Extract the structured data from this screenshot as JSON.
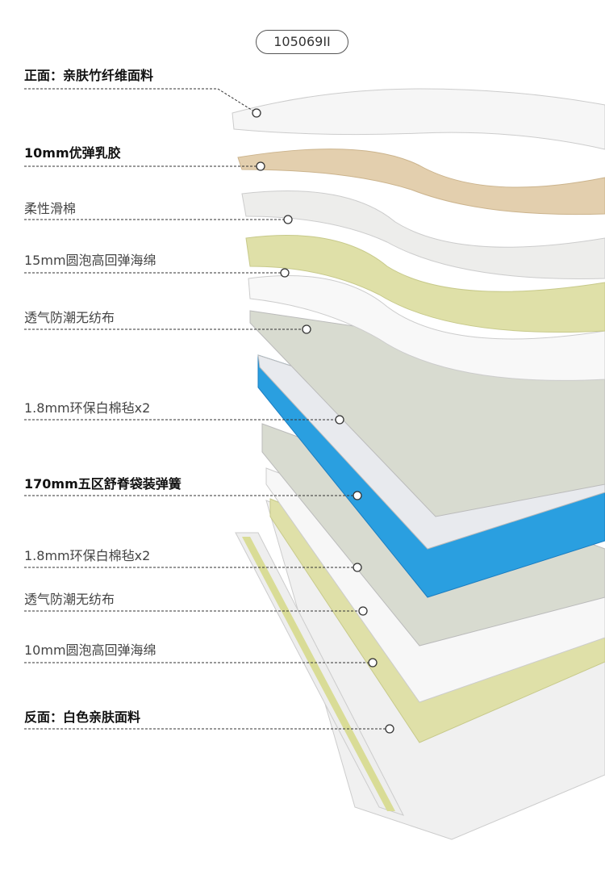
{
  "model_badge": "105069II",
  "layers": [
    {
      "label": "正面：亲肤竹纤维面料",
      "bold": true
    },
    {
      "label": "10mm优弹乳胶",
      "bold": true
    },
    {
      "label": "柔性滑棉",
      "bold": false
    },
    {
      "label": "15mm圆泡高回弹海绵",
      "bold": false
    },
    {
      "label": "透气防潮无纺布",
      "bold": false
    },
    {
      "label": "1.8mm环保白棉毡x2",
      "bold": false
    },
    {
      "label": "170mm五区舒脊袋装弹簧",
      "bold": true
    },
    {
      "label": "1.8mm环保白棉毡x2",
      "bold": false
    },
    {
      "label": "透气防潮无纺布",
      "bold": false
    },
    {
      "label": "10mm圆泡高回弹海绵",
      "bold": false
    },
    {
      "label": "反面：白色亲肤面料",
      "bold": true
    }
  ],
  "colors": {
    "latex": "#e3cfae",
    "foam_green": "#dfe0a8",
    "felt": "#d8dbd0",
    "spring_blue": "#2a9fe0",
    "fabric": "#f4f4f4"
  }
}
